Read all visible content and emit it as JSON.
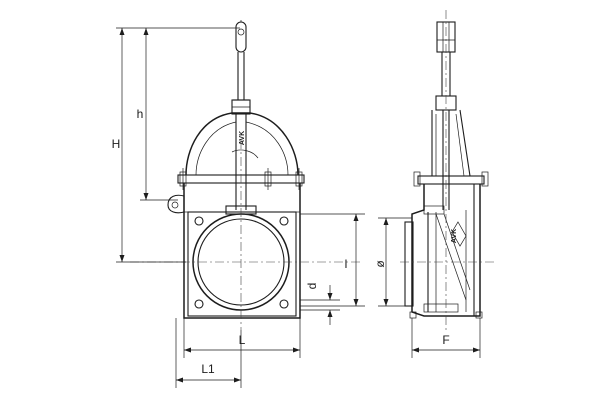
{
  "labels": {
    "H": "H",
    "h": "h",
    "L": "L",
    "L1": "L1",
    "l": "l",
    "d": "d",
    "phi": "ø",
    "F": "F"
  },
  "colors": {
    "ink": "#1d1d1d",
    "background": "#ffffff"
  }
}
